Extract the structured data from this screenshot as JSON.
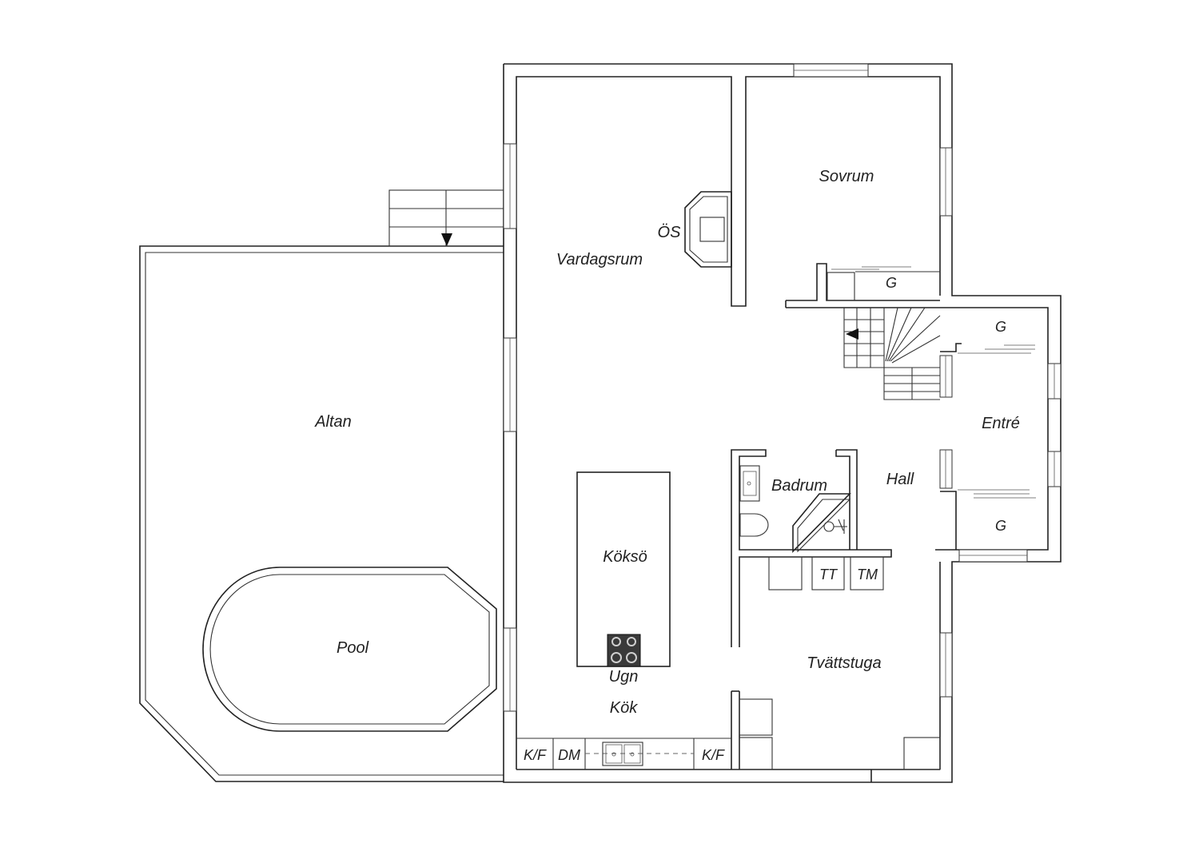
{
  "rooms": {
    "sovrum": "Sovrum",
    "os": "ÖS",
    "vardagsrum": "Vardagsrum",
    "altan": "Altan",
    "pool": "Pool",
    "kokso": "Köksö",
    "ugn": "Ugn",
    "kok": "Kök",
    "badrum": "Badrum",
    "hall": "Hall",
    "entre": "Entré",
    "tvattstuga": "Tvättstuga",
    "garderob_sovrum": "G",
    "garderob_entre_top": "G",
    "garderob_entre_bottom": "G",
    "tt": "TT",
    "tm": "TM",
    "kf_left": "K/F",
    "dm": "DM",
    "kf_right": "K/F"
  }
}
